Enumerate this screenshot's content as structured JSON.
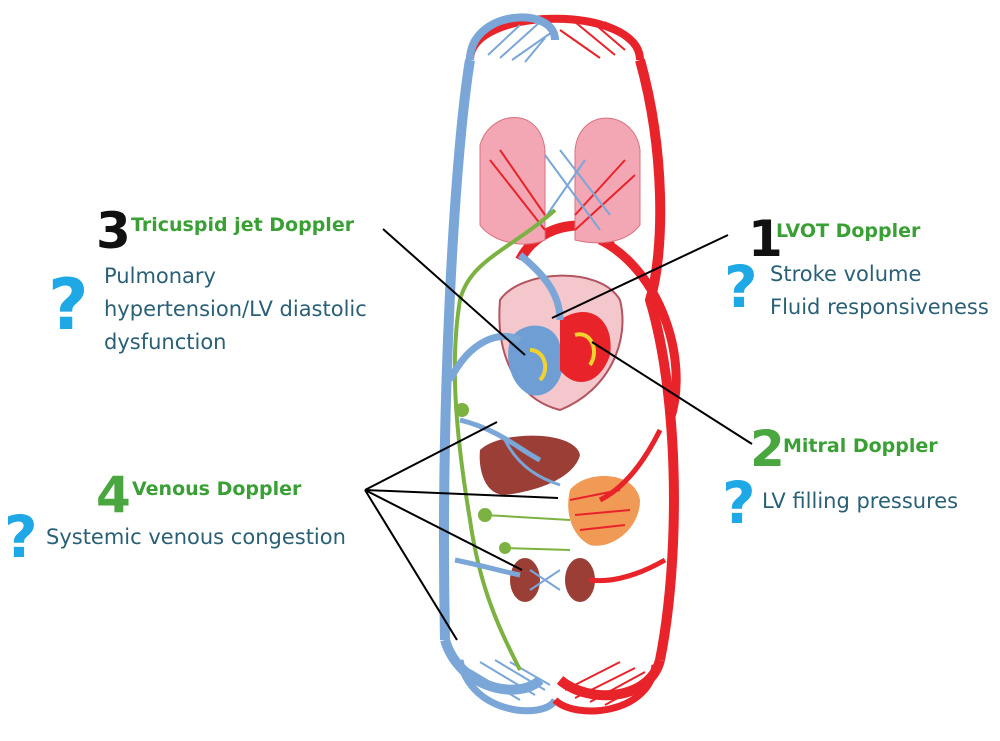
{
  "callouts": [
    {
      "number": "1",
      "heading": "LVOT Doppler",
      "lines": [
        "Stroke volume",
        "Fluid responsiveness"
      ]
    },
    {
      "number": "2",
      "heading": "Mitral Doppler",
      "lines": [
        "LV filling pressures"
      ]
    },
    {
      "number": "3",
      "heading": "Tricuspid jet Doppler",
      "lines": [
        "Pulmonary",
        "hypertension/LV diastolic",
        "dysfunction"
      ]
    },
    {
      "number": "4",
      "heading": "Venous Doppler",
      "lines": [
        "Systemic venous congestion"
      ]
    }
  ],
  "question_mark": "?",
  "colors": {
    "arterial": "#e8232a",
    "venous": "#7aa6d8",
    "lymphatic": "#7bb241",
    "heading_green": "#3aa035",
    "question_blue": "#1ea8e6",
    "body_text": "#2a6076",
    "flow_arrow": "#f2d22e"
  }
}
